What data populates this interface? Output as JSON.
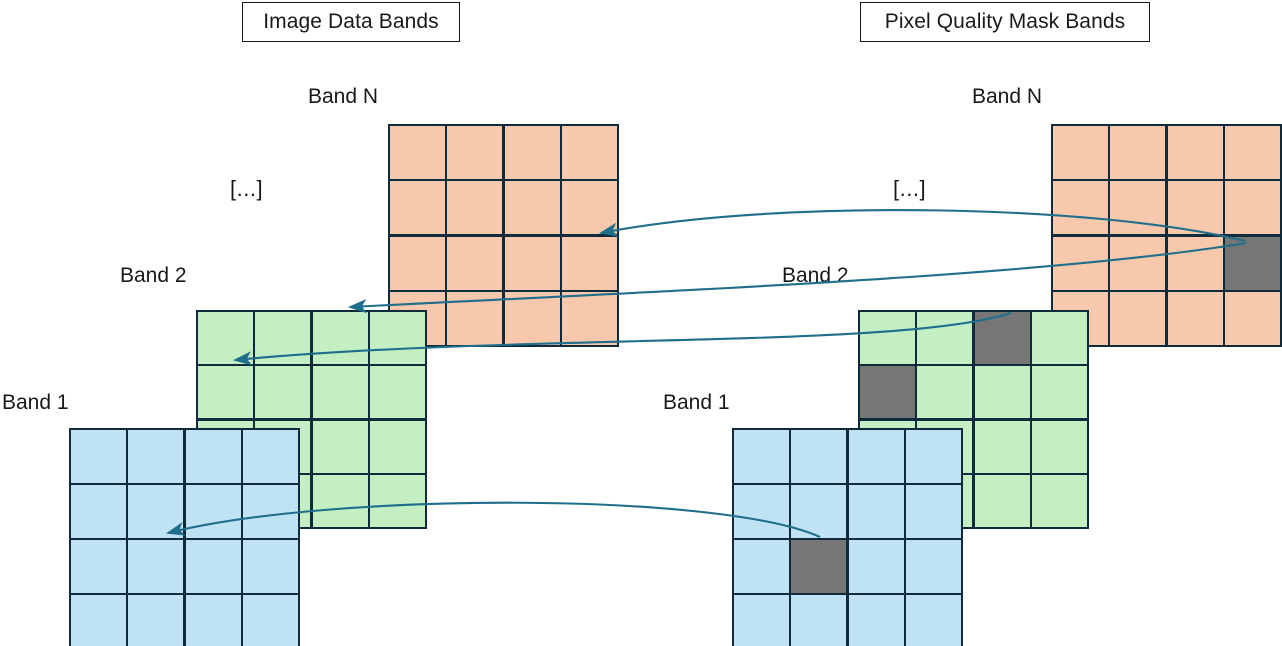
{
  "headers": {
    "left_title": "Image Data Bands",
    "right_title": "Pixel Quality Mask Bands"
  },
  "left_column": {
    "band_n_label": "Band N",
    "band_2_label": "Band 2",
    "band_1_label": "Band 1",
    "ellipsis_label": "[...]",
    "grids": {
      "band_n": {
        "color": "#f7c8ac",
        "rows": 4,
        "cols": 4,
        "masked_cells": []
      },
      "band_2": {
        "color": "#c3efc3",
        "rows": 4,
        "cols": 4,
        "masked_cells": []
      },
      "band_1": {
        "color": "#bfe3f5",
        "rows": 4,
        "cols": 4,
        "masked_cells": []
      }
    }
  },
  "right_column": {
    "band_n_label": "Band N",
    "band_2_label": "Band 2",
    "band_1_label": "Band 1",
    "ellipsis_label": "[...]",
    "grids": {
      "band_n": {
        "color": "#f7c8ac",
        "rows": 4,
        "cols": 4,
        "masked_cells": [
          [
            3,
            4
          ]
        ]
      },
      "band_2": {
        "color": "#c3efc3",
        "rows": 4,
        "cols": 4,
        "masked_cells": [
          [
            1,
            3
          ],
          [
            2,
            1
          ]
        ]
      },
      "band_1": {
        "color": "#bfe3f5",
        "rows": 4,
        "cols": 4,
        "masked_cells": [
          [
            3,
            2
          ]
        ]
      }
    }
  },
  "colors": {
    "band_n_fill": "#f7c8ac",
    "band_2_fill": "#c3efc3",
    "band_1_fill": "#bfe3f5",
    "masked_fill": "#767676",
    "grid_border": "#0e2a3b",
    "arrow": "#1f6e8c",
    "text": "#18191b",
    "box_border": "#18191b",
    "background": "#ffffff"
  },
  "arrows": [
    {
      "name": "mask-n-to-data-n",
      "from": "right band N masked cell",
      "to": "left band N"
    },
    {
      "name": "mask-2-to-data-2-upper",
      "from": "right band N masked cell",
      "to": "left band 2"
    },
    {
      "name": "mask-2-to-data-2",
      "from": "right band 2 masked cell",
      "to": "left band 2"
    },
    {
      "name": "mask-1-to-data-1",
      "from": "right band 1 masked cell",
      "to": "left band 1"
    }
  ]
}
